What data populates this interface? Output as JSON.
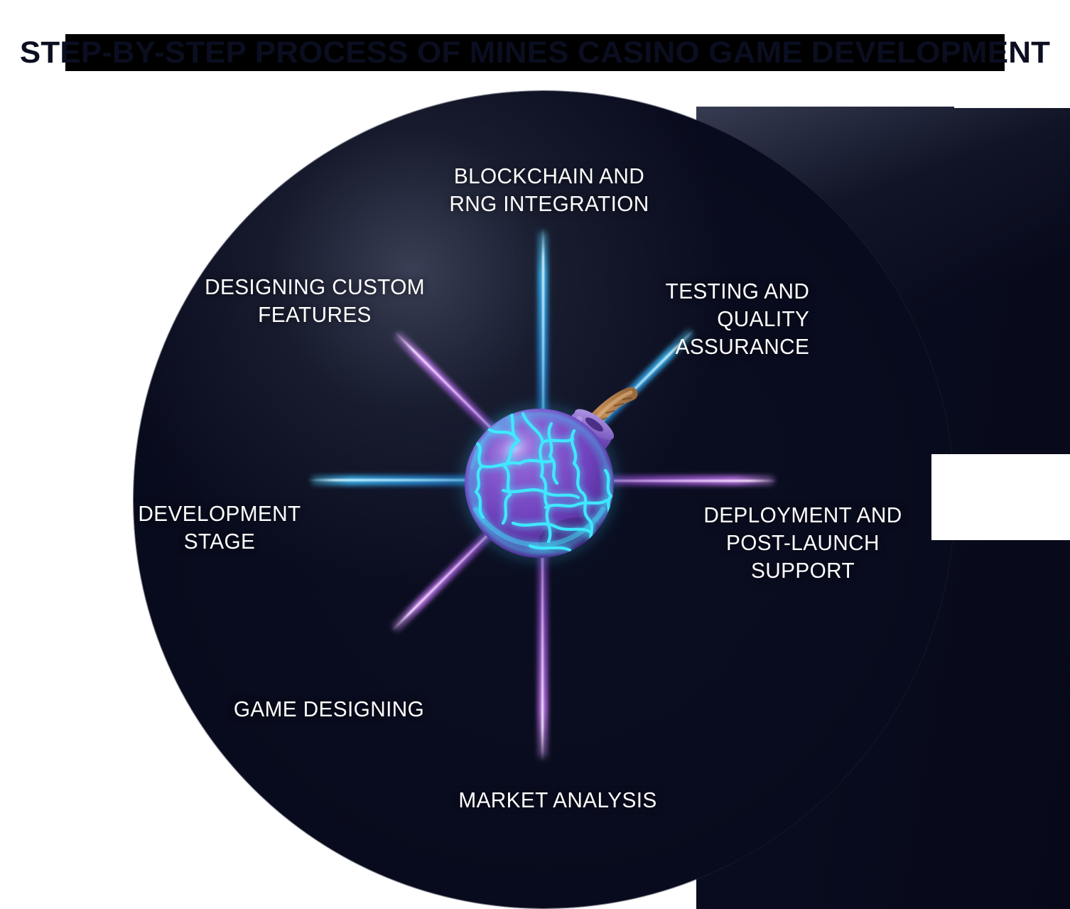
{
  "title": "STEP-BY-STEP PROCESS OF MINES CASINO GAME DEVELOPMENT",
  "colors": {
    "background": "#ffffff",
    "plate_dark": "#090c1e",
    "title_band": "#000000",
    "title_text": "#0a0e20",
    "label_text": "#ffffff",
    "ray_blue": "#3aa6ff",
    "ray_purple": "#a85cf0",
    "bomb_body": "#7646c4",
    "bomb_crack": "#3fe8ff",
    "bomb_fuse": "#b07a4a"
  },
  "center_graphic": {
    "name": "mines-bomb",
    "body_label": "cracked purple bomb with glowing cyan lightning cracks",
    "cap_label": "metal cap",
    "fuse_label": "braided fuse"
  },
  "steps": [
    {
      "id": "blockchain",
      "label": "BLOCKCHAIN AND\nRNG INTEGRATION",
      "angle_deg": 270,
      "ray_color": "blue"
    },
    {
      "id": "testing",
      "label": "TESTING AND\nQUALITY ASSURANCE",
      "angle_deg": 315,
      "ray_color": "blue"
    },
    {
      "id": "deployment",
      "label": "DEPLOYMENT AND\nPOST-LAUNCH SUPPORT",
      "angle_deg": 0,
      "ray_color": "purple"
    },
    {
      "id": "market",
      "label": "MARKET ANALYSIS",
      "angle_deg": 90,
      "ray_color": "purple"
    },
    {
      "id": "gameDesign",
      "label": "GAME DESIGNING",
      "angle_deg": 135,
      "ray_color": "purple"
    },
    {
      "id": "development",
      "label": "DEVELOPMENT\nSTAGE",
      "angle_deg": 180,
      "ray_color": "blue"
    },
    {
      "id": "designing",
      "label": "DESIGNING CUSTOM\nFEATURES",
      "angle_deg": 225,
      "ray_color": "purple"
    }
  ],
  "labels": {
    "blockchain": "BLOCKCHAIN AND\nRNG INTEGRATION",
    "designing": "DESIGNING CUSTOM\nFEATURES",
    "testing": "TESTING AND\nQUALITY ASSURANCE",
    "development": "DEVELOPMENT\nSTAGE",
    "deployment": "DEPLOYMENT AND\nPOST-LAUNCH SUPPORT",
    "gameDesign": "GAME DESIGNING",
    "market": "MARKET ANALYSIS"
  }
}
